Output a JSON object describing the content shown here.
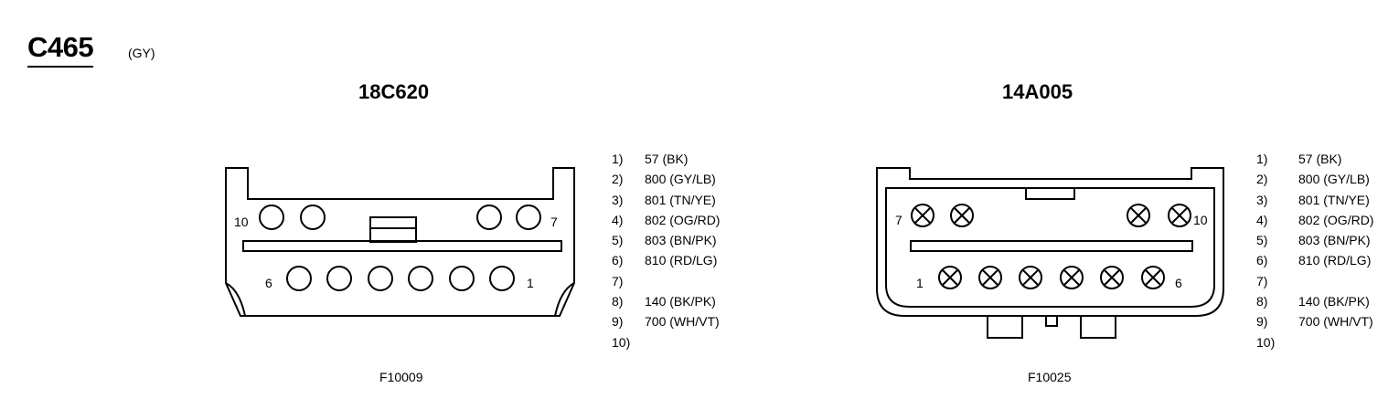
{
  "connector": {
    "id": "C465",
    "color_code": "(GY)"
  },
  "left": {
    "part_number": "18C620",
    "figure_code": "F10009",
    "cavity_labels": {
      "top_left": "10",
      "top_right": "7",
      "bottom_left": "6",
      "bottom_right": "1"
    },
    "pinout": [
      {
        "num": "1)",
        "circuit": "57 (BK)"
      },
      {
        "num": "2)",
        "circuit": "800 (GY/LB)"
      },
      {
        "num": "3)",
        "circuit": "801 (TN/YE)"
      },
      {
        "num": "4)",
        "circuit": "802 (OG/RD)"
      },
      {
        "num": "5)",
        "circuit": "803 (BN/PK)"
      },
      {
        "num": "6)",
        "circuit": "810 (RD/LG)"
      },
      {
        "num": "7)",
        "circuit": ""
      },
      {
        "num": "8)",
        "circuit": "140 (BK/PK)"
      },
      {
        "num": "9)",
        "circuit": "700 (WH/VT)"
      },
      {
        "num": "10)",
        "circuit": ""
      }
    ]
  },
  "right": {
    "part_number": "14A005",
    "figure_code": "F10025",
    "cavity_labels": {
      "top_left": "7",
      "top_right": "10",
      "bottom_left": "1",
      "bottom_right": "6"
    },
    "pinout": [
      {
        "num": "1)",
        "circuit": "57 (BK)"
      },
      {
        "num": "2)",
        "circuit": "800 (GY/LB)"
      },
      {
        "num": "3)",
        "circuit": "801 (TN/YE)"
      },
      {
        "num": "4)",
        "circuit": "802 (OG/RD)"
      },
      {
        "num": "5)",
        "circuit": "803 (BN/PK)"
      },
      {
        "num": "6)",
        "circuit": "810 (RD/LG)"
      },
      {
        "num": "7)",
        "circuit": ""
      },
      {
        "num": "8)",
        "circuit": "140 (BK/PK)"
      },
      {
        "num": "9)",
        "circuit": "700 (WH/VT)"
      },
      {
        "num": "10)",
        "circuit": ""
      }
    ]
  }
}
